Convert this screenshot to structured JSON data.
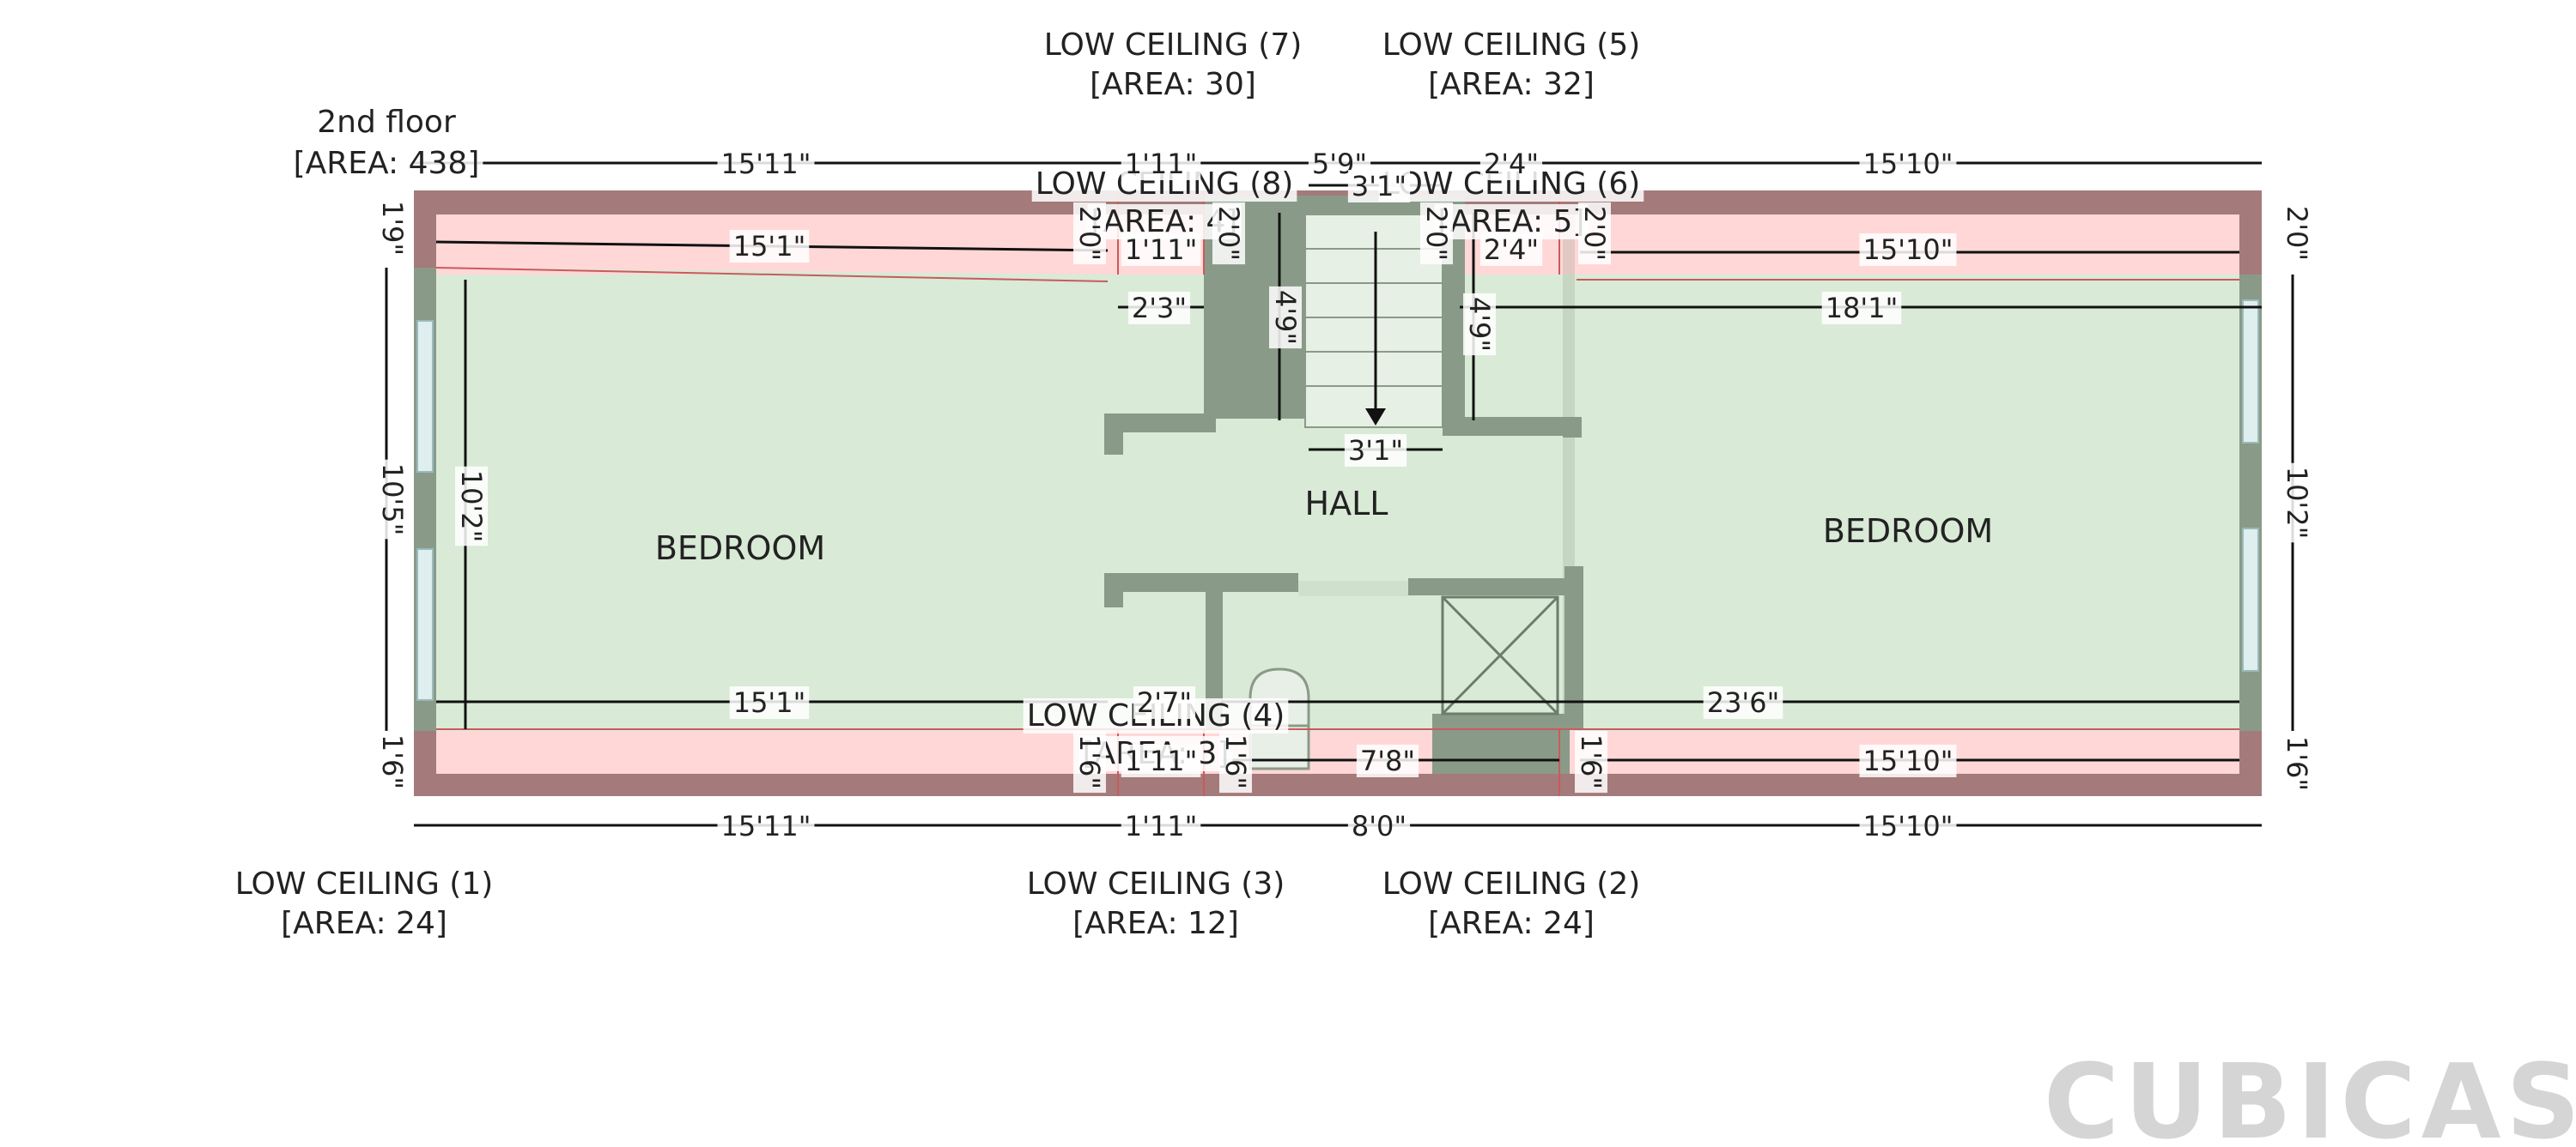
{
  "floor": {
    "name": "2nd floor",
    "area": "[AREA: 438]"
  },
  "rooms": {
    "bedroom_left": "BEDROOM",
    "bedroom_right": "BEDROOM",
    "hall": "HALL"
  },
  "low_ceilings": [
    {
      "name": "LOW CEILING (1)",
      "area": "[AREA: 24]"
    },
    {
      "name": "LOW CEILING (2)",
      "area": "[AREA: 24]"
    },
    {
      "name": "LOW CEILING (3)",
      "area": "[AREA: 12]"
    },
    {
      "name": "LOW CEILING (4)",
      "area": "[AREA: 3]"
    },
    {
      "name": "LOW CEILING (5)",
      "area": "[AREA: 32]"
    },
    {
      "name": "LOW CEILING (6)",
      "area": "[AREA: 5]"
    },
    {
      "name": "LOW CEILING (7)",
      "area": "[AREA: 30]"
    },
    {
      "name": "LOW CEILING (8)",
      "area": "[AREA: 4]"
    }
  ],
  "dimensions": {
    "top_1": "15'11\"",
    "top_2": "1'11\"",
    "top_3": "5'9\"",
    "top_4": "2'4\"",
    "top_5": "15'10\"",
    "bottom_1": "15'11\"",
    "bottom_2": "1'11\"",
    "bottom_3": "8'0\"",
    "bottom_4": "15'10\"",
    "left_1": "1'9\"",
    "left_2": "10'5\"",
    "left_3": "1'6\"",
    "right_1": "2'0\"",
    "right_2": "10'2\"",
    "right_3": "1'6\"",
    "inner_left_top": "15'1\"",
    "inner_left_bottom": "15'1\"",
    "inner_left_height": "10'2\"",
    "lc8_width": "1'11\"",
    "lc8_height": "2'0\"",
    "stair_left_height": "2'0\"",
    "lc6_width": "2'4\"",
    "lc6_height": "2'0\"",
    "lc5_width": "15'10\"",
    "lc5_height": "2'0\"",
    "stair_top": "3'1\"",
    "stair_bottom": "3'1\"",
    "hall_left": "2'3\"",
    "stair_height_left": "4'9\"",
    "stair_height_right": "4'9\"",
    "right_bedroom_width": "18'1\"",
    "bottom_mid": "2'7\"",
    "bottom_long": "23'6\"",
    "lc4_width": "1'11\"",
    "lc4_height_left": "1'6\"",
    "lc4_height_right": "1'6\"",
    "bath_width": "7'8\"",
    "lc2_height": "1'6\"",
    "lc1_width": "15'10\""
  },
  "brand": "CUBICASA",
  "colors": {
    "wall": "#8a9a88",
    "floor": "#d9ead7",
    "low_ceiling": "#ffd7d7",
    "low_ceiling_wall": "#a47a7a"
  }
}
